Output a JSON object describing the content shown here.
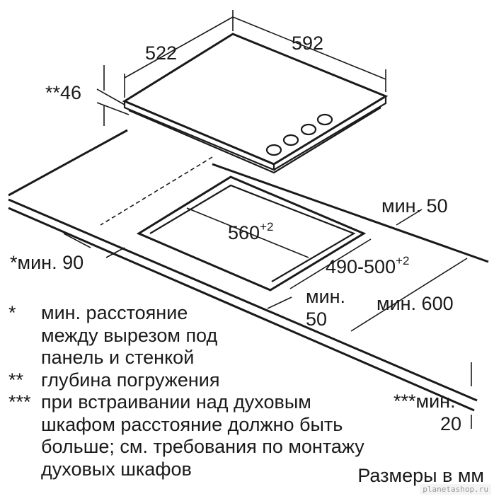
{
  "dimensions": {
    "hob_depth": "522",
    "hob_width": "592",
    "immersion_depth": "**46",
    "cutout_width_base": "560",
    "cutout_width_tol": "+2",
    "cutout_depth_base": "490-500",
    "cutout_depth_tol": "+2",
    "min_rear_label": "мин. 50",
    "min_wall_label": "*мин. 90",
    "min_front_line1": "мин.",
    "min_front_line2": "50",
    "min_worktop_depth": "мин. 600",
    "min_oven_line1": "***мин.",
    "min_oven_line2": "20"
  },
  "legend": [
    {
      "mark": "*",
      "lines": [
        "мин. расстояние",
        "между вырезом под",
        "панель и стенкой"
      ]
    },
    {
      "mark": "**",
      "lines": [
        "глубина погружения"
      ]
    },
    {
      "mark": "***",
      "lines": [
        "при встраивании над духовым",
        "шкафом расстояние должно быть",
        "больше; см. требования по монтажу",
        "духовых шкафов"
      ]
    }
  ],
  "units": "Размеры в мм",
  "watermark": "planetashop.ru"
}
